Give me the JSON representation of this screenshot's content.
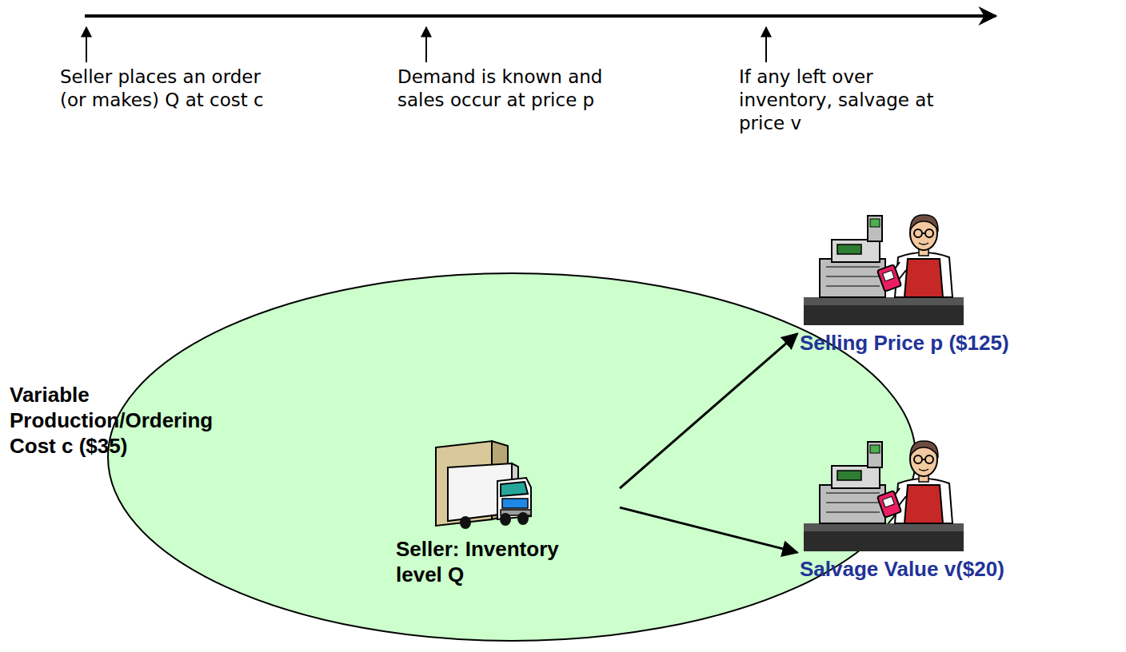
{
  "diagram": {
    "nodes": [
      {
        "text": [
          "Seller: Inventory level Q"
        ]
      },
      {
        "text": [
          "Selling Price p ($125)"
        ]
      },
      {
        "text": [
          "Salvage Value v($20)"
        ]
      }
    ],
    "edges": [
      {
        "from": 0,
        "to": 1,
        "arrow": "to"
      },
      {
        "from": 0,
        "to": 2,
        "arrow": "to"
      }
    ],
    "labels": [
      "Seller places an order (or makes) Q at cost c",
      "Demand is known and sales occur at price p",
      "If any left over inventory, salvage at price v",
      "Variable Production/Ordering Cost c ($35)"
    ]
  }
}
